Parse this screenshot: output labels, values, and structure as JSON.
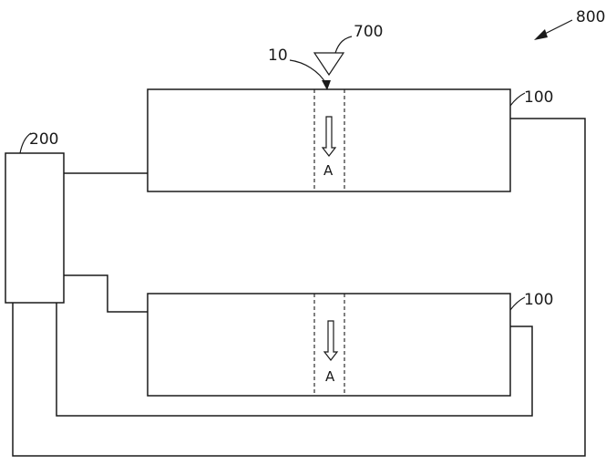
{
  "labels": {
    "system": "800",
    "controller": "200",
    "module_top": "100",
    "module_bottom": "100",
    "source": "700",
    "element": "10",
    "direction_top": "A",
    "direction_bottom": "A"
  }
}
